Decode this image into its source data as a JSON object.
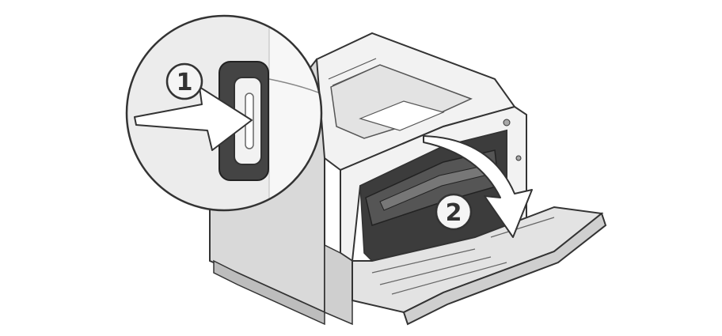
{
  "steps": [
    {
      "number": "1",
      "action": "press-release-button"
    },
    {
      "number": "2",
      "action": "lower-front-door"
    }
  ],
  "colors": {
    "outline": "#333333",
    "body_light": "#f2f2f2",
    "body_mid": "#d9d9d9",
    "body_dark": "#a8a8a8",
    "interior_dark": "#3c3c3c",
    "arrow_fill": "#ffffff",
    "badge_fill": "#f5f5f5"
  },
  "icons": [
    "release-button-icon",
    "push-arrow-icon",
    "door-open-arrow-icon"
  ]
}
